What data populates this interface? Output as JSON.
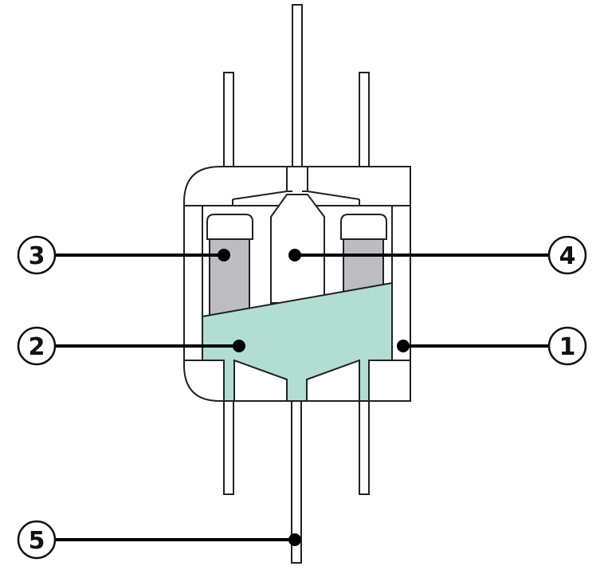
{
  "diagram": {
    "colors": {
      "outline": "#222222",
      "background": "#ffffff",
      "green_fill": "#b2ddd2",
      "gray_fill": "#bdbdc1",
      "leader": "#000000"
    },
    "callouts": [
      {
        "id": "callout-1",
        "label": "1"
      },
      {
        "id": "callout-2",
        "label": "2"
      },
      {
        "id": "callout-3",
        "label": "3"
      },
      {
        "id": "callout-4",
        "label": "4"
      },
      {
        "id": "callout-5",
        "label": "5"
      }
    ]
  }
}
